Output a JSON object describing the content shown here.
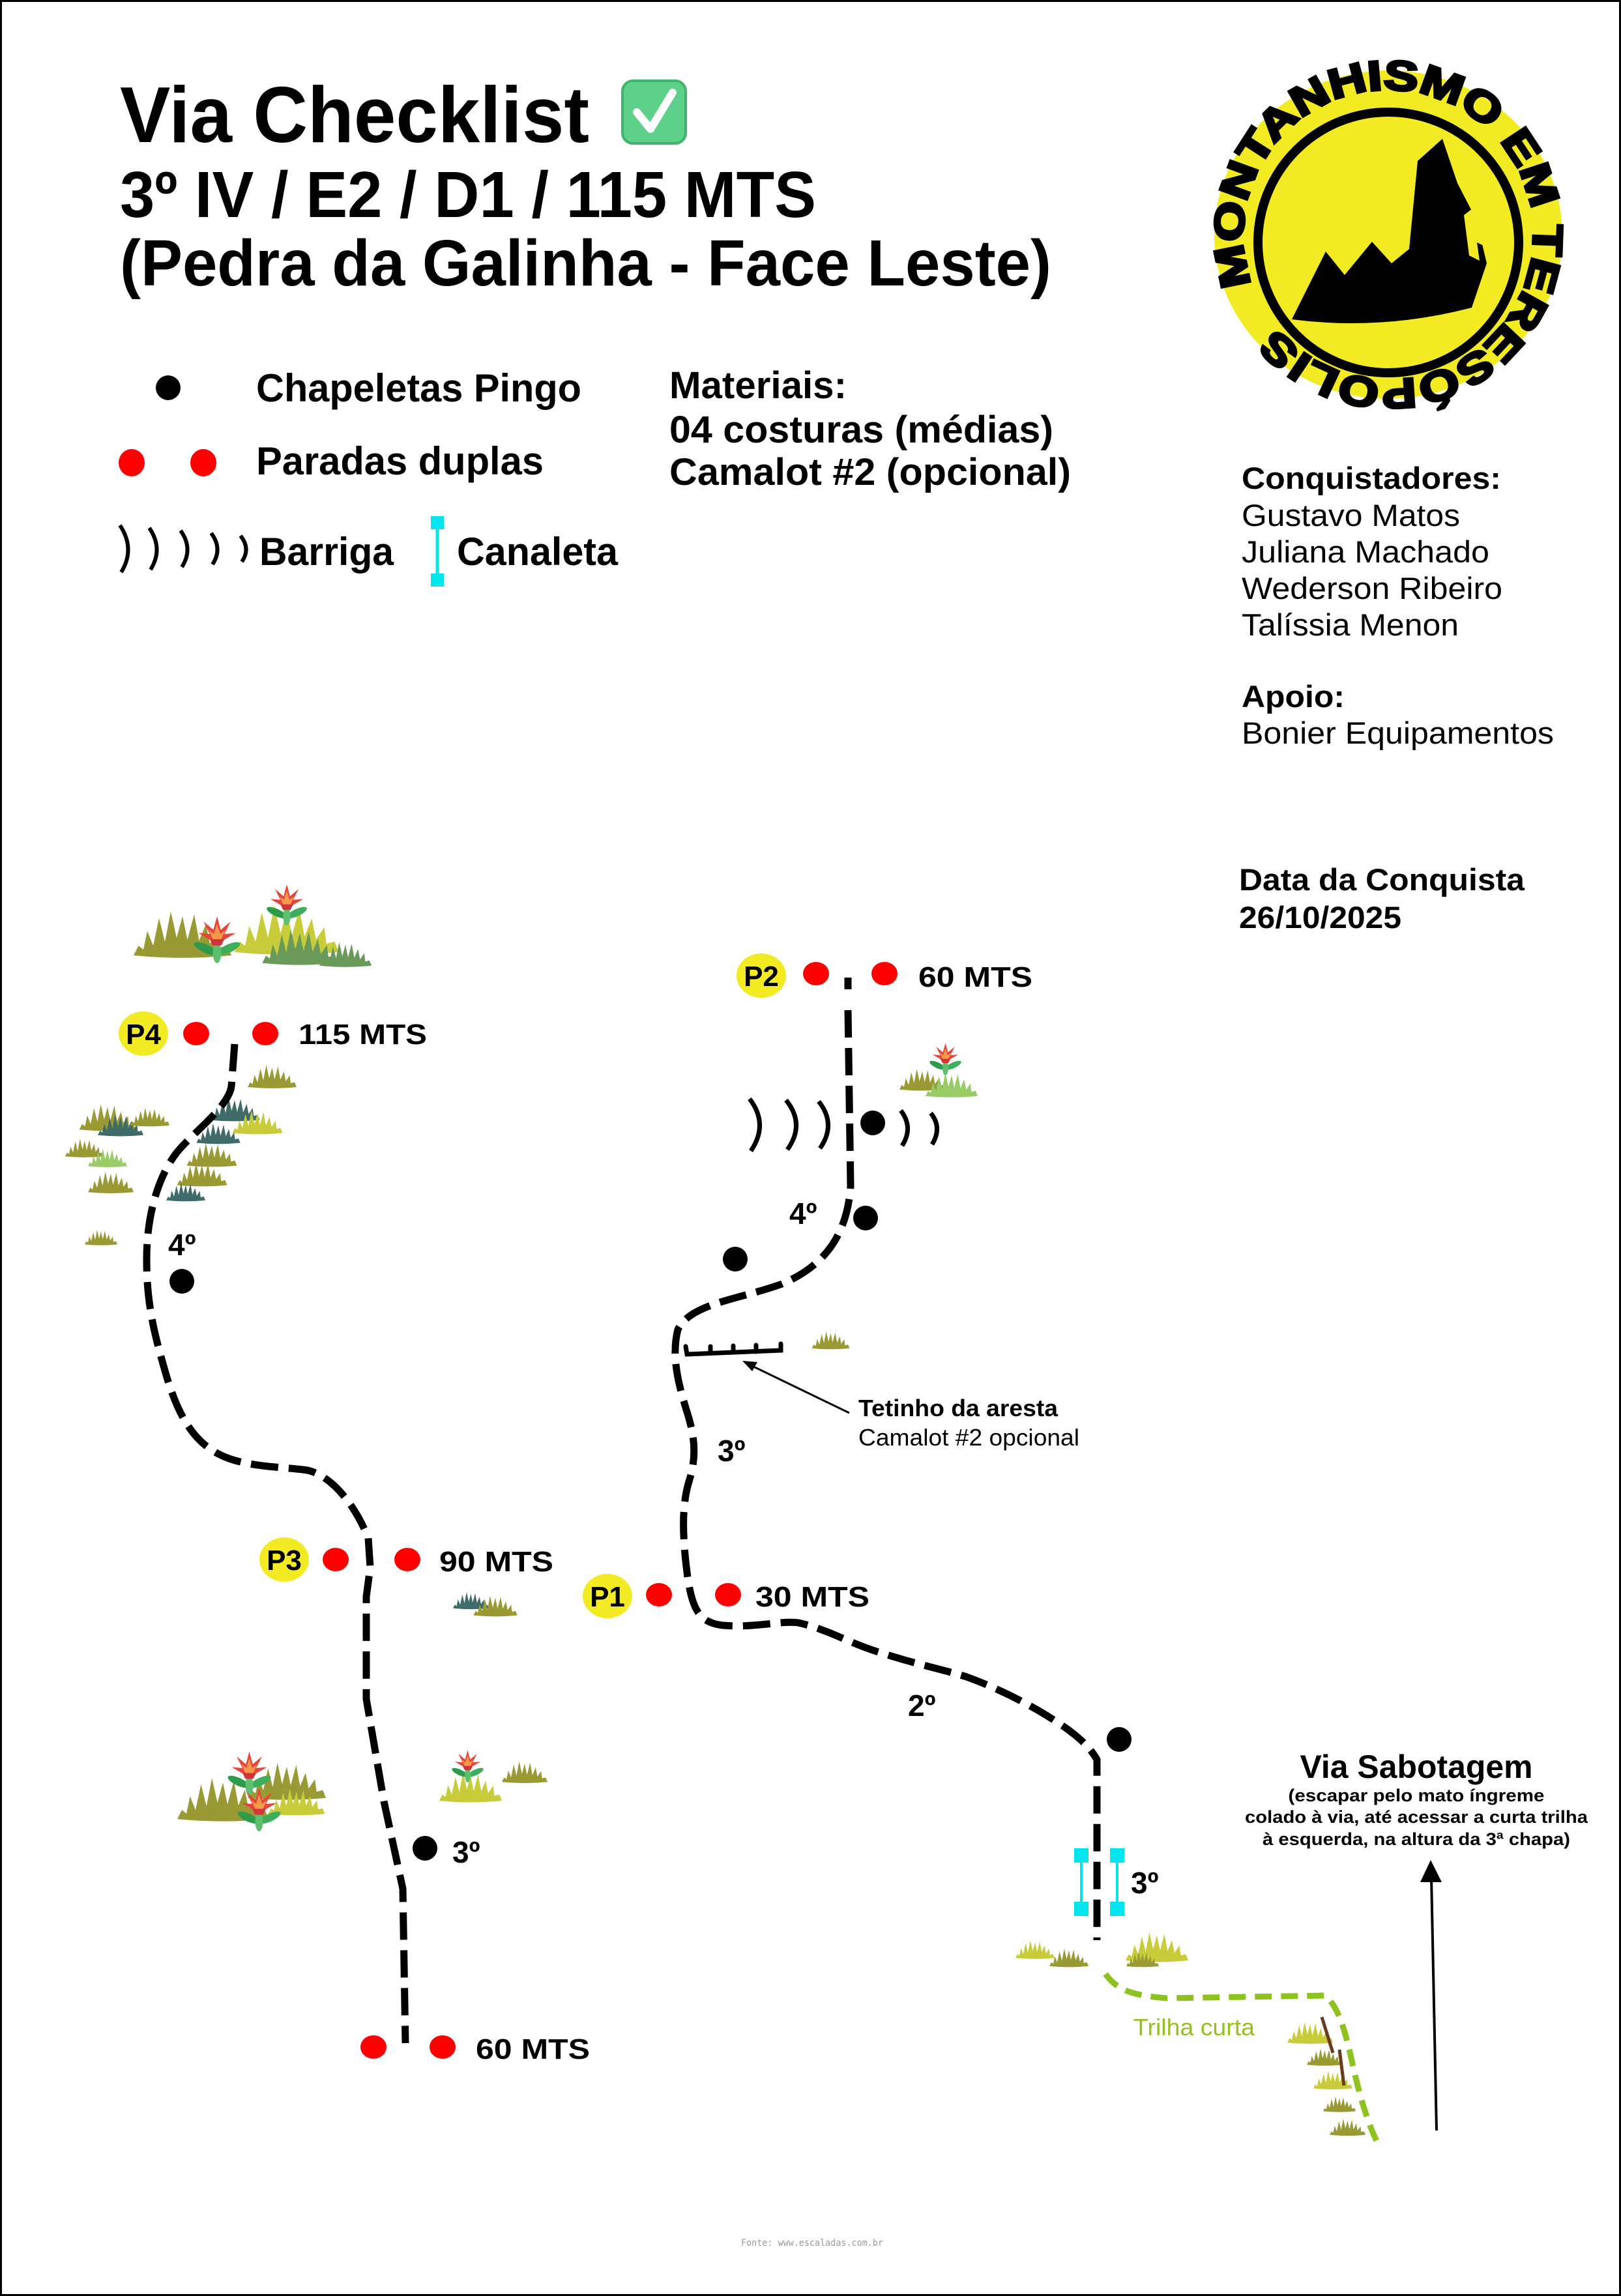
{
  "header": {
    "title": "Via Checklist",
    "title_icon": "check-mark-button-icon",
    "grade_line": "3º IV / E2 / D1 / 115 MTS",
    "location_line": "(Pedra da Galinha - Face Leste)"
  },
  "legend": {
    "bolt_label": "Chapeletas Pingo",
    "anchor_label": "Paradas duplas",
    "bulge_label": "Barriga",
    "groove_label": "Canaleta"
  },
  "materials": {
    "heading": "Materiais:",
    "items": [
      "04 costuras (médias)",
      "Camalot #2 (opcional)"
    ]
  },
  "logo": {
    "text": "MONTANHISMO EM TERESÓPOLIS",
    "color": "#f2ea22"
  },
  "credits": {
    "first_ascent_heading": "Conquistadores:",
    "climbers": [
      "Gustavo Matos",
      "Juliana Machado",
      "Wederson Ribeiro",
      "Talíssia Menon"
    ],
    "support_heading": "Apoio:",
    "supporter": "Bonier Equipamentos"
  },
  "date": {
    "heading": "Data da Conquista",
    "value": "26/10/2025"
  },
  "topo": {
    "anchors": [
      {
        "label": "P1",
        "distance": "30 MTS"
      },
      {
        "label": "P2",
        "distance": "60 MTS"
      },
      {
        "label": "P3",
        "distance": "90 MTS"
      },
      {
        "label": "P4",
        "distance": "115 MTS"
      }
    ],
    "p2_on_lower_section": "60 MTS",
    "grades": {
      "pitch1_start": "3º",
      "pitch1_middle": "2º",
      "pitch2_lower": "3º",
      "pitch2_upper": "4º",
      "pitch3": "3º",
      "pitch4": "4º"
    },
    "roof_title": "Tetinho da aresta",
    "roof_note": "Camalot #2 opcional",
    "trail_label": "Trilha curta",
    "escape": {
      "title": "Via Sabotagem",
      "lines": [
        "(escapar pelo mato íngreme",
        "colado à via, até acessar a curta trilha",
        "à esquerda, na altura da 3ª chapa)"
      ]
    }
  },
  "source": "Fonte: www.escaladas.com.br",
  "colors": {
    "anchor": "#ff0000",
    "bolt": "#000000",
    "anchor_badge": "#f2ea22",
    "groove": "#00e5ee",
    "trail": "#8dc21f"
  }
}
